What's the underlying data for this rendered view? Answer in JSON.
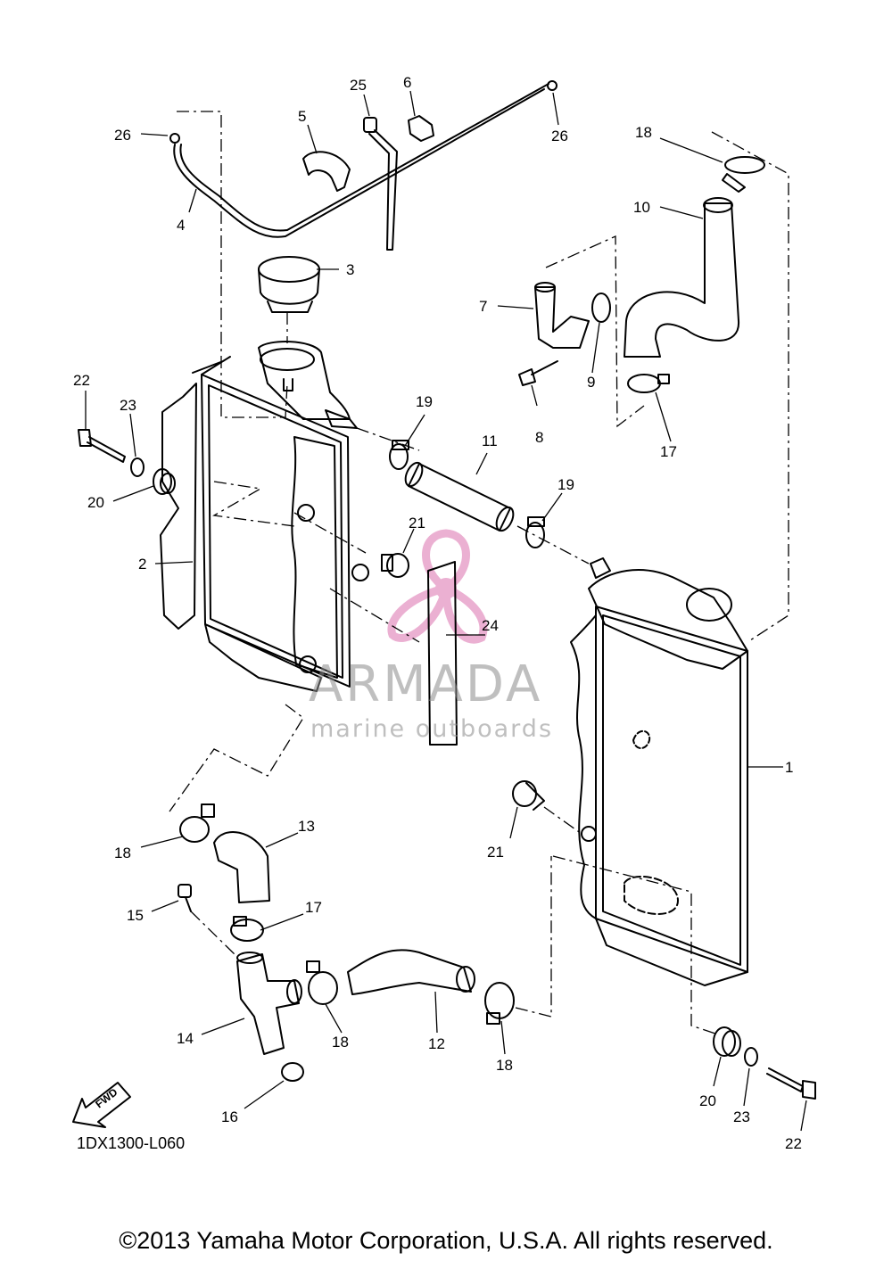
{
  "diagram_code": "1DX1300-L060",
  "fwd_label": "FWD",
  "copyright": "©2013 Yamaha Motor Corporation, U.S.A. All rights reserved.",
  "watermark": {
    "brand": "ARMADA",
    "tagline": "marine outboards",
    "logo_color": "#e38fbf"
  },
  "callouts": {
    "c1": "1",
    "c2": "2",
    "c3": "3",
    "c4": "4",
    "c5": "5",
    "c6": "6",
    "c7": "7",
    "c8": "8",
    "c9": "9",
    "c10": "10",
    "c11": "11",
    "c12": "12",
    "c13": "13",
    "c14": "14",
    "c15": "15",
    "c16": "16",
    "c17a": "17",
    "c17b": "17",
    "c18a": "18",
    "c18b": "18",
    "c18c": "18",
    "c18d": "18",
    "c19a": "19",
    "c19b": "19",
    "c20a": "20",
    "c20b": "20",
    "c21a": "21",
    "c21b": "21",
    "c22a": "22",
    "c22b": "22",
    "c23a": "23",
    "c23b": "23",
    "c24": "24",
    "c25": "25",
    "c26a": "26",
    "c26b": "26"
  }
}
